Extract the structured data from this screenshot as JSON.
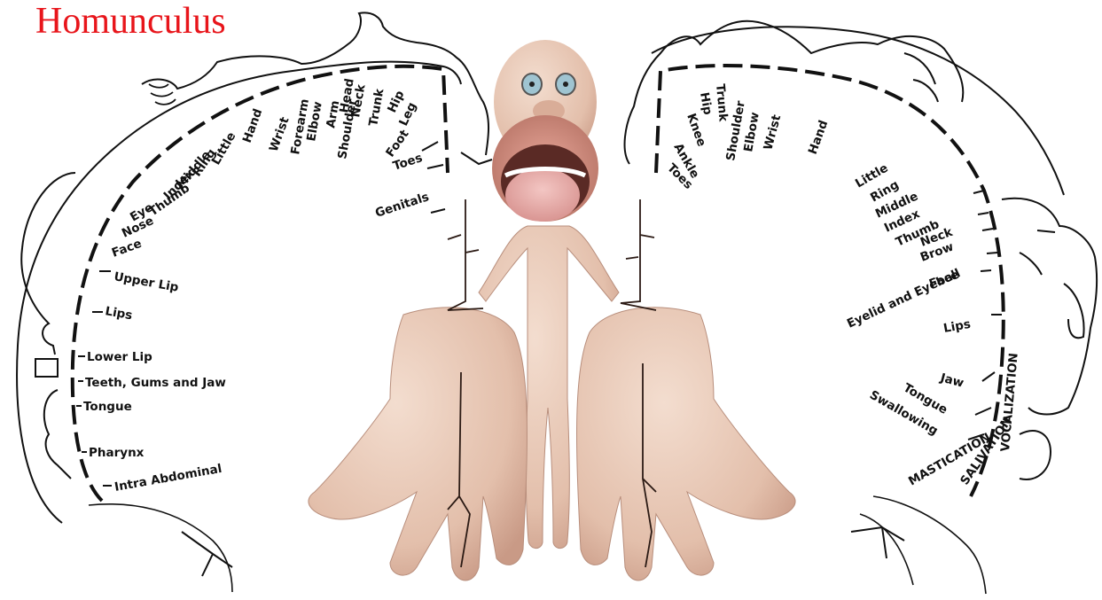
{
  "title": "Homunculus",
  "colors": {
    "title": "#e8151b",
    "skin": "#e9c8b4",
    "skin_dark": "#c99a86",
    "ink": "#111111"
  },
  "sensory_labels": [
    "Genitals",
    "Toes",
    "Foot",
    "Leg",
    "Hip",
    "Trunk",
    "Neck",
    "Head",
    "Shoulder",
    "Arm",
    "Elbow",
    "Forearm",
    "Wrist",
    "Hand",
    "Little",
    "Ring",
    "Middle",
    "Index",
    "Thumb",
    "Eye",
    "Nose",
    "Face",
    "Upper Lip",
    "Lips",
    "Lower Lip",
    "Teeth, Gums and Jaw",
    "Tongue",
    "Pharynx",
    "Intra Abdominal"
  ],
  "motor_labels": [
    "Toes",
    "Ankle",
    "Knee",
    "Hip",
    "Trunk",
    "Shoulder",
    "Elbow",
    "Wrist",
    "Hand",
    "Little",
    "Ring",
    "Middle",
    "Index",
    "Thumb",
    "Neck",
    "Brow",
    "Eyelid and Eyeball",
    "Face",
    "Lips",
    "Jaw",
    "Tongue",
    "Swallowing"
  ],
  "motor_functions": [
    "MASTICATION",
    "SALIVATION",
    "VOCALIZATION"
  ]
}
